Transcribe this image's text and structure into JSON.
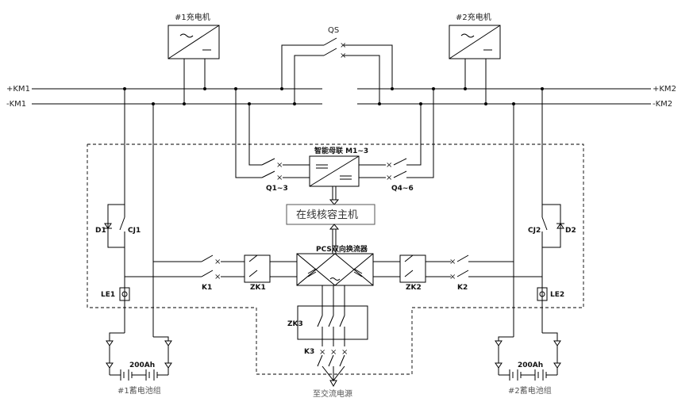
{
  "labels": {
    "charger1": "#1充电机",
    "charger2": "#2充电机",
    "qs": "QS",
    "bus_pos_left": "+KM1",
    "bus_neg_left": "-KM1",
    "bus_pos_right": "+KM2",
    "bus_neg_right": "-KM2",
    "smart_tie": "智能母联 M1~3",
    "q_left": "Q1~3",
    "q_right": "Q4~6",
    "host": "在线核容主机",
    "pcs": "PCS双向换流器",
    "d1": "D1",
    "cj1": "CJ1",
    "cj2": "CJ2",
    "d2": "D2",
    "le1": "LE1",
    "le2": "LE2",
    "k1": "K1",
    "zk1": "ZK1",
    "zk2": "ZK2",
    "k2": "K2",
    "zk3": "ZK3",
    "k3": "K3",
    "cap_left": "200Ah",
    "cap_right": "200Ah",
    "battery1": "#1蓄电池组",
    "battery2": "#2蓄电池组",
    "ac_source": "至交流电源"
  },
  "colors": {
    "line": "#000000",
    "text": "#222222",
    "caption": "#555555",
    "host_border": "#555555"
  }
}
